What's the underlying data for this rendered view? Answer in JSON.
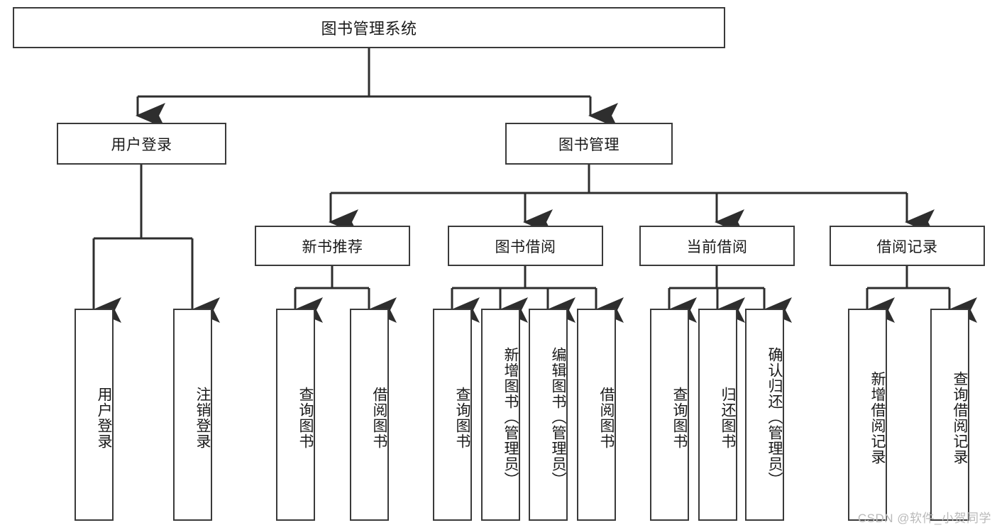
{
  "diagram": {
    "title": "图书管理系统",
    "type": "tree-hierarchy",
    "stroke_color": "#3a3a3a",
    "fill_color": "#ffffff",
    "text_color": "#1a1a1a"
  },
  "nodes": {
    "root": {
      "label": "图书管理系统"
    },
    "level2": [
      {
        "label": "用户登录"
      },
      {
        "label": "图书管理"
      }
    ],
    "level3": [
      {
        "label": "新书推荐"
      },
      {
        "label": "图书借阅"
      },
      {
        "label": "当前借阅"
      },
      {
        "label": "借阅记录"
      }
    ],
    "leaves": {
      "user_login": [
        {
          "label": "用户登录"
        },
        {
          "label": "注销登录"
        }
      ],
      "new_book_recommend": [
        {
          "label": "查询图书"
        },
        {
          "label": "借阅图书"
        }
      ],
      "book_borrow": [
        {
          "label": "查询图书"
        },
        {
          "label": "新增图书（管理员）"
        },
        {
          "label": "编辑图书（管理员）"
        },
        {
          "label": "借阅图书"
        }
      ],
      "current_borrow": [
        {
          "label": "查询图书"
        },
        {
          "label": "归还图书"
        },
        {
          "label": "确认归还（管理员）"
        }
      ],
      "borrow_record": [
        {
          "label": "新增借阅记录"
        },
        {
          "label": "查询借阅记录"
        }
      ]
    }
  },
  "watermark": {
    "text": "CSDN @软件_小贺同学"
  }
}
